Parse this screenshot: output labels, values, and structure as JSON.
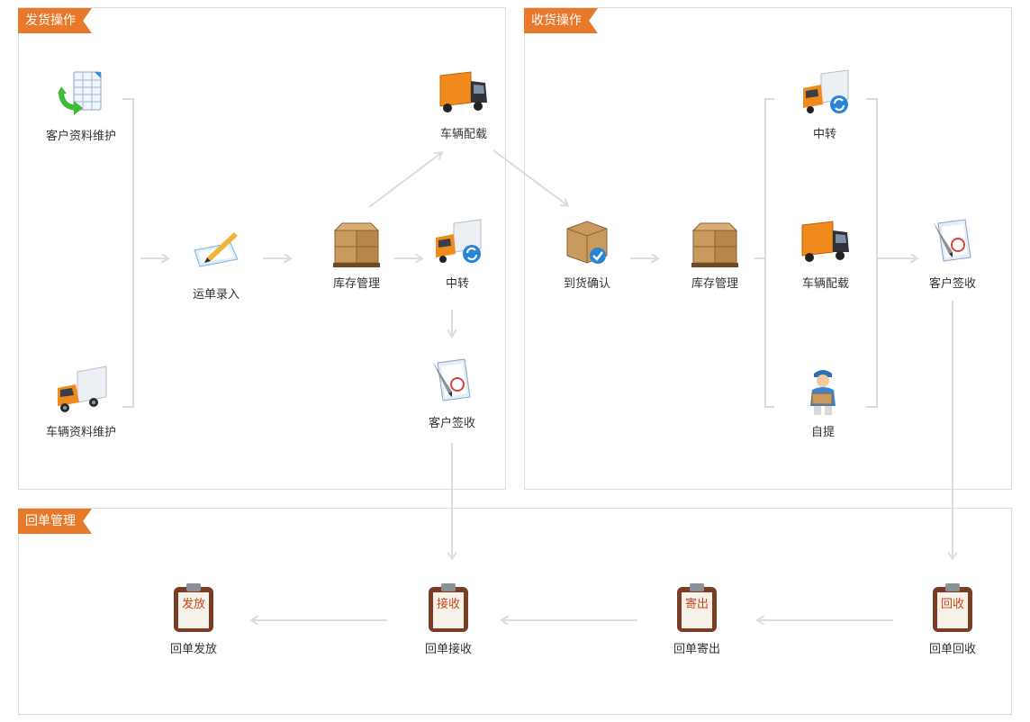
{
  "panels": {
    "ship": {
      "title": "发货操作"
    },
    "receive": {
      "title": "收货操作"
    },
    "receipt": {
      "title": "回单管理"
    }
  },
  "ship_nodes": {
    "customer_info": "客户资料维护",
    "vehicle_info": "车辆资料维护",
    "waybill_entry": "运单录入",
    "inventory": "库存管理",
    "vehicle_loading": "车辆配载",
    "transfer": "中转",
    "customer_sign": "客户签收"
  },
  "receive_nodes": {
    "arrival_confirm": "到货确认",
    "inventory": "库存管理",
    "transfer": "中转",
    "vehicle_loading": "车辆配载",
    "self_pickup": "自提",
    "customer_sign": "客户签收"
  },
  "receipt_nodes": {
    "issue": {
      "label": "回单发放",
      "badge": "发放"
    },
    "receive": {
      "label": "回单接收",
      "badge": "接收"
    },
    "mail": {
      "label": "回单寄出",
      "badge": "寄出"
    },
    "recover": {
      "label": "回单回收",
      "badge": "回收"
    }
  },
  "colors": {
    "accent": "#e8782a",
    "arrow": "#dcdcdc",
    "border": "#dcdcdc"
  }
}
